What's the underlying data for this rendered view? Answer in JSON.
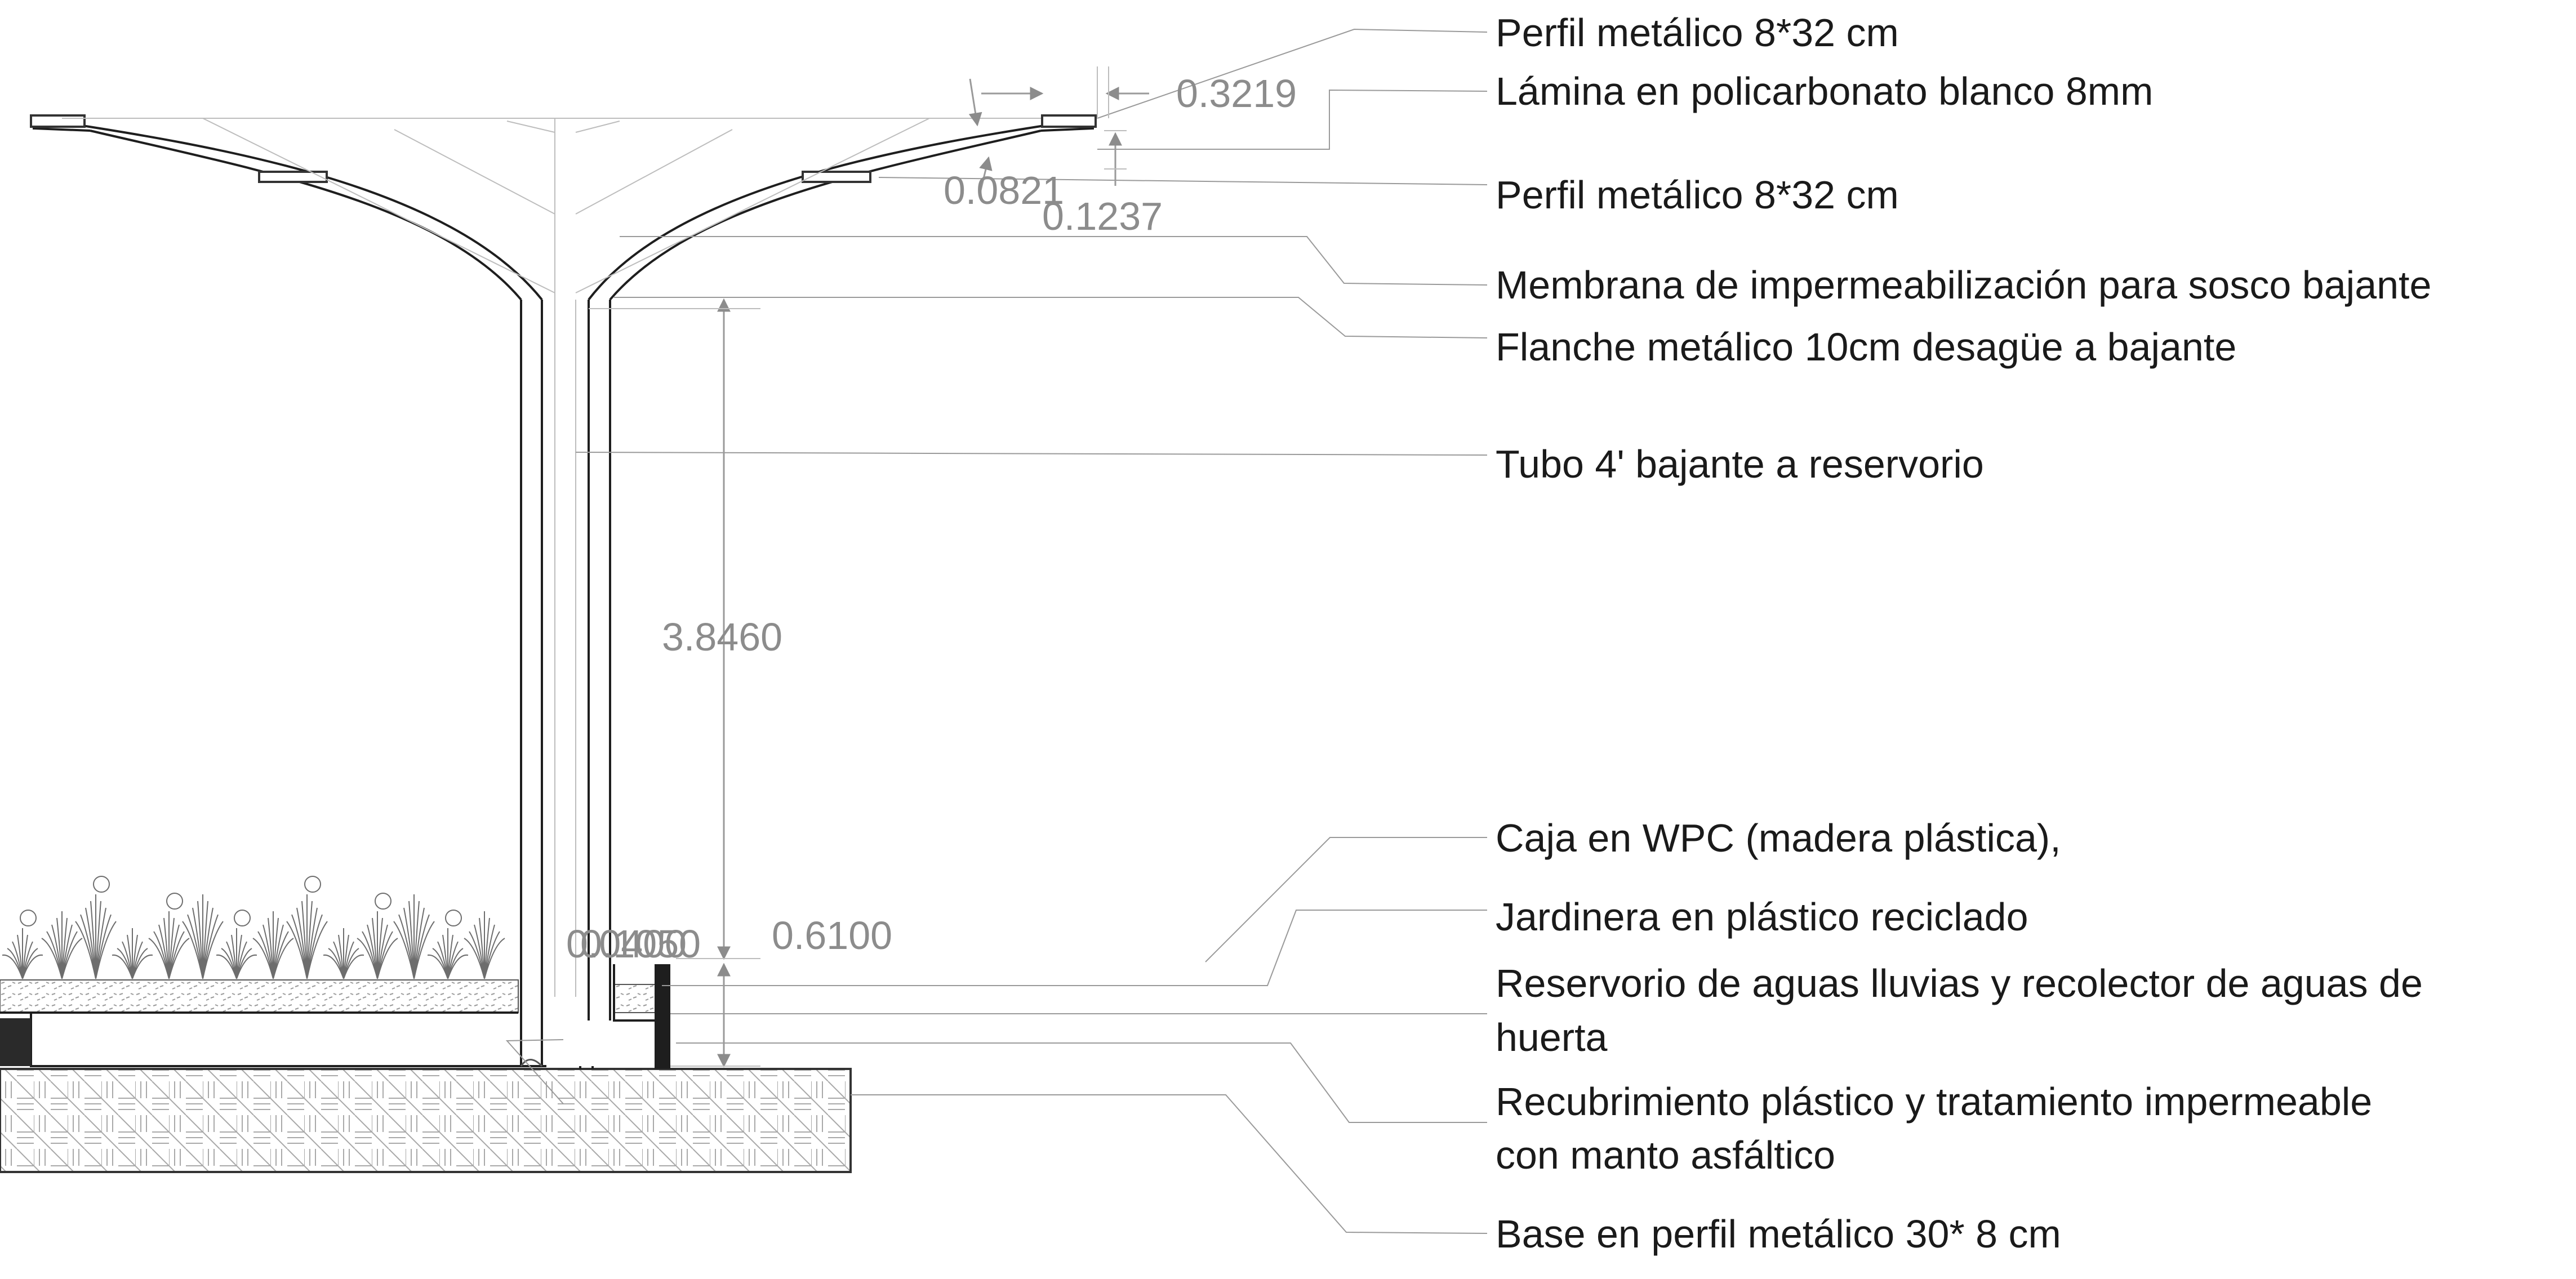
{
  "labels": {
    "perfil_top": "Perfil metálico 8*32 cm",
    "lamina": "Lámina en policarbonato blanco 8mm",
    "perfil_mid": "Perfil metálico 8*32 cm",
    "membrana": "Membrana de impermeabilización  para sosco bajante",
    "flanche": "Flanche metálico 10cm desagüe a bajante",
    "tubo": "Tubo 4' bajante a reservorio",
    "caja": "Caja en WPC  (madera plástica),",
    "jardinera": "Jardinera en plástico reciclado",
    "reservorio_1": "Reservorio de aguas lluvias y recolector de aguas de",
    "reservorio_2": "huerta",
    "recubrimiento_1": "Recubrimiento plástico y tratamiento impermeable",
    "recubrimiento_2": "con manto asfáltico",
    "base": "Base en perfil metálico 30* 8 cm"
  },
  "dimensions": {
    "d_3219": "0.3219",
    "d_0821": "0.0821",
    "d_1237": "0.1237",
    "d_38460": "3.8460",
    "d_6100": "0.6100",
    "d_overlap_a": "0.0400",
    "d_overlap_b": "0.1050"
  }
}
